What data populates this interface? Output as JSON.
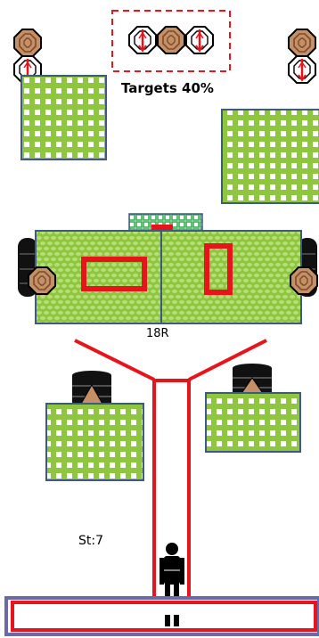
{
  "targets_label": "Targets 40%",
  "bay_label": "18R",
  "stage_label": "St:7",
  "colors": {
    "wall_red": "#e8141b",
    "panel_green": "#8ec63f",
    "panel_border": "#3d5a80",
    "target_tan": "#c69066",
    "tire_black": "#111111",
    "shooter": "#000000",
    "start_box_border": "#6a6aa8"
  },
  "icons": {
    "paper_target": "target-tan-octagon-icon",
    "no_shoot": "target-no-shoot-white-icon",
    "tires": "tire-stack-icon",
    "shooter": "shooter-figure-icon"
  }
}
